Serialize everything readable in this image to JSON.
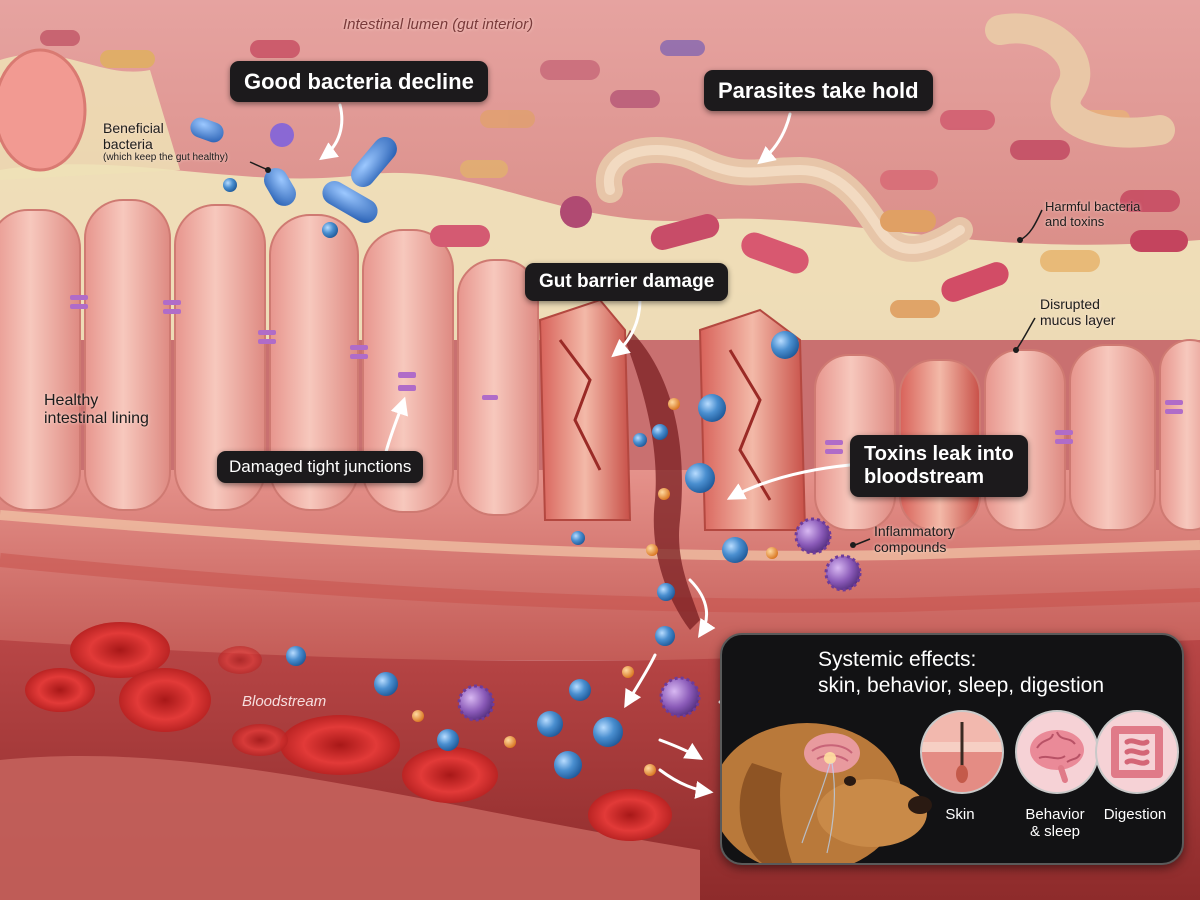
{
  "header": {
    "lumen_label": "Intestinal lumen (gut interior)"
  },
  "callouts": {
    "good_bacteria": "Good bacteria decline",
    "parasites": "Parasites take hold",
    "barrier_damage": "Gut barrier damage",
    "tight_junctions": "Damaged tight junctions",
    "toxins_line1": "Toxins leak into",
    "toxins_line2": "bloodstream"
  },
  "labels": {
    "beneficial_line1": "Beneficial",
    "beneficial_line2": "bacteria",
    "beneficial_note": "(which keep the gut healthy)",
    "harmful_line1": "Harmful bacteria",
    "harmful_line2": "and toxins",
    "mucus_line1": "Disrupted",
    "mucus_line2": "mucus layer",
    "healthy_line1": "Healthy",
    "healthy_line2": "intestinal lining",
    "inflammatory_line1": "Inflammatory",
    "inflammatory_line2": "compounds",
    "bloodstream": "Bloodstream"
  },
  "effects_panel": {
    "title_line1": "Systemic effects:",
    "title_line2": "skin, behavior, sleep, digestion",
    "items": [
      {
        "label_line1": "Skin",
        "label_line2": "",
        "icon": "skin-hair-follicle-icon"
      },
      {
        "label_line1": "Behavior",
        "label_line2": "& sleep",
        "icon": "brain-icon"
      },
      {
        "label_line1": "Digestion",
        "label_line2": "",
        "icon": "intestine-icon"
      }
    ],
    "dog_icon": "dog-with-brain-icon"
  },
  "colors": {
    "tissue": "#e9a29a",
    "tissue_dark": "#b8504d",
    "mucus": "#f0e4b8",
    "beneficial_bacteria": "#4d86d4",
    "harmful_bacteria": "#d2566a",
    "toxin_blue": "#4a8fd0",
    "inflammatory_purple": "#8a5ab8",
    "blood_cell": "#d02a2a",
    "callout_bg": "#1c1a1c"
  }
}
